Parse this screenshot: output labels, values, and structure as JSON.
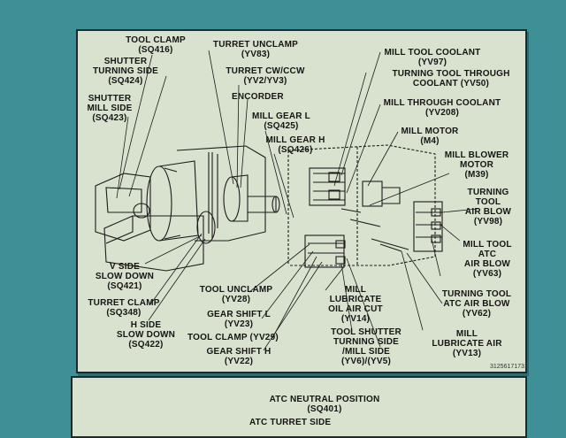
{
  "labels": {
    "tool_clamp": [
      "TOOL CLAMP",
      "(SQ416)"
    ],
    "shutter_turning_side": [
      "SHUTTER",
      "TURNING SIDE",
      "(SQ424)"
    ],
    "shutter_mill_side": [
      "SHUTTER",
      "MILL SIDE",
      "(SQ423)"
    ],
    "turret_unclamp": [
      "TURRET UNCLAMP",
      "(YV83)"
    ],
    "turret_cw_ccw": [
      "TURRET CW/CCW",
      "(YV2/YV3)"
    ],
    "encorder": [
      "ENCORDER"
    ],
    "mill_gear_l": [
      "MILL GEAR L",
      "(SQ425)"
    ],
    "mill_gear_h": [
      "MILL GEAR H",
      "(SQ426)"
    ],
    "mill_tool_coolant": [
      "MILL TOOL COOLANT",
      "(YV97)"
    ],
    "turning_tool_through_coolant": [
      "TURNING TOOL THROUGH",
      "COOLANT (YV50)"
    ],
    "mill_through_coolant": [
      "MILL THROUGH COOLANT",
      "(YV208)"
    ],
    "mill_motor": [
      "MILL MOTOR",
      "(M4)"
    ],
    "mill_blower_motor": [
      "MILL BLOWER",
      "MOTOR",
      "(M39)"
    ],
    "turning_tool_air_blow": [
      "TURNING",
      "TOOL",
      "AIR BLOW",
      "(YV98)"
    ],
    "mill_tool_atc_air_blow": [
      "MILL TOOL",
      "ATC",
      "AIR BLOW",
      "(YV63)"
    ],
    "turning_tool_atc_air_blow": [
      "TURNING TOOL",
      "ATC AIR BLOW",
      "(YV62)"
    ],
    "mill_lubricate_air": [
      "MILL",
      "LUBRICATE AIR",
      "(YV13)"
    ],
    "v_side_slow_down": [
      "V SIDE",
      "SLOW DOWN",
      "(SQ421)"
    ],
    "turret_clamp": [
      "TURRET CLAMP",
      "(SQ348)"
    ],
    "h_side_slow_down": [
      "H SIDE",
      "SLOW DOWN",
      "(SQ422)"
    ],
    "tool_unclamp": [
      "TOOL UNCLAMP",
      "(YV28)"
    ],
    "gear_shift_l": [
      "GEAR SHIFT L",
      "(YV23)"
    ],
    "tool_clamp_yv29": [
      "TOOL CLAMP (YV29)"
    ],
    "gear_shift_h": [
      "GEAR SHIFT H",
      "(YV22)"
    ],
    "mill_lubricate_oil_air_cut": [
      "MILL",
      "LUBRICATE",
      "OIL AIR CUT",
      "(YV14)"
    ],
    "tool_shutter": [
      "TOOL SHUTTER",
      "TURNING SIDE",
      "/MILL SIDE",
      "(YV6)/(YV5)"
    ]
  },
  "catalog_number": "31256171731",
  "lower_plate": {
    "atc_neutral_position": [
      "ATC NEUTRAL POSITION",
      "(SQ401)"
    ],
    "atc_turret_side": "ATC TURRET SIDE"
  }
}
